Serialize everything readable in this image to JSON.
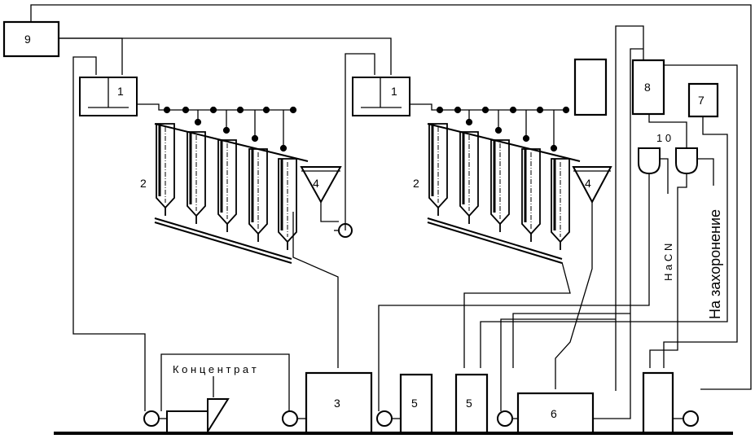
{
  "diagram": {
    "labels": {
      "unit_9": "9",
      "unit_8": "8",
      "unit_7": "7",
      "unit_1_left": "1",
      "unit_1_right": "1",
      "unit_2_left": "2",
      "unit_2_right": "2",
      "unit_4_left": "4",
      "unit_4_right": "4",
      "unit_3": "3",
      "unit_5a": "5",
      "unit_5b": "5",
      "unit_6": "6",
      "unit_10": "1 0",
      "concentrate": "К о н ц е н т р а т",
      "nacn": "Н а С N",
      "burial": "На захоронение"
    },
    "colors": {
      "line": "#000000",
      "background": "#ffffff"
    }
  }
}
